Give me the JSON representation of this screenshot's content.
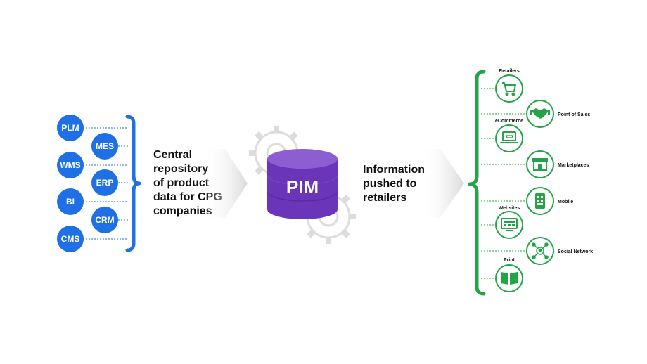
{
  "sources": [
    "PLM",
    "MES",
    "WMS",
    "ERP",
    "BI",
    "CRM",
    "CMS"
  ],
  "left_text": [
    "Central",
    "repository",
    "of product",
    "data for CPG",
    "companies"
  ],
  "pim_label": "PIM",
  "right_text": [
    "Information",
    "pushed to",
    "retailers"
  ],
  "outputs": [
    {
      "label": "Retailers",
      "icon": "shopping-cart-icon"
    },
    {
      "label": "Point of Sales",
      "icon": "handshake-icon"
    },
    {
      "label": "eCommerce",
      "icon": "laptop-cart-icon"
    },
    {
      "label": "Marketplaces",
      "icon": "storefront-icon"
    },
    {
      "label": "Mobile",
      "icon": "mobile-phone-icon"
    },
    {
      "label": "Websites",
      "icon": "monitor-icon"
    },
    {
      "label": "Social Network",
      "icon": "social-network-icon"
    },
    {
      "label": "Print",
      "icon": "open-book-icon"
    }
  ],
  "colors": {
    "source_blue": "#1f6fe5",
    "bracket_blue": "#1f6fe5",
    "output_green": "#22a447",
    "pim_purple_top": "#8d5ed1",
    "pim_purple_body": "#6a35b8",
    "gear_gray": "#dcdcdc"
  }
}
